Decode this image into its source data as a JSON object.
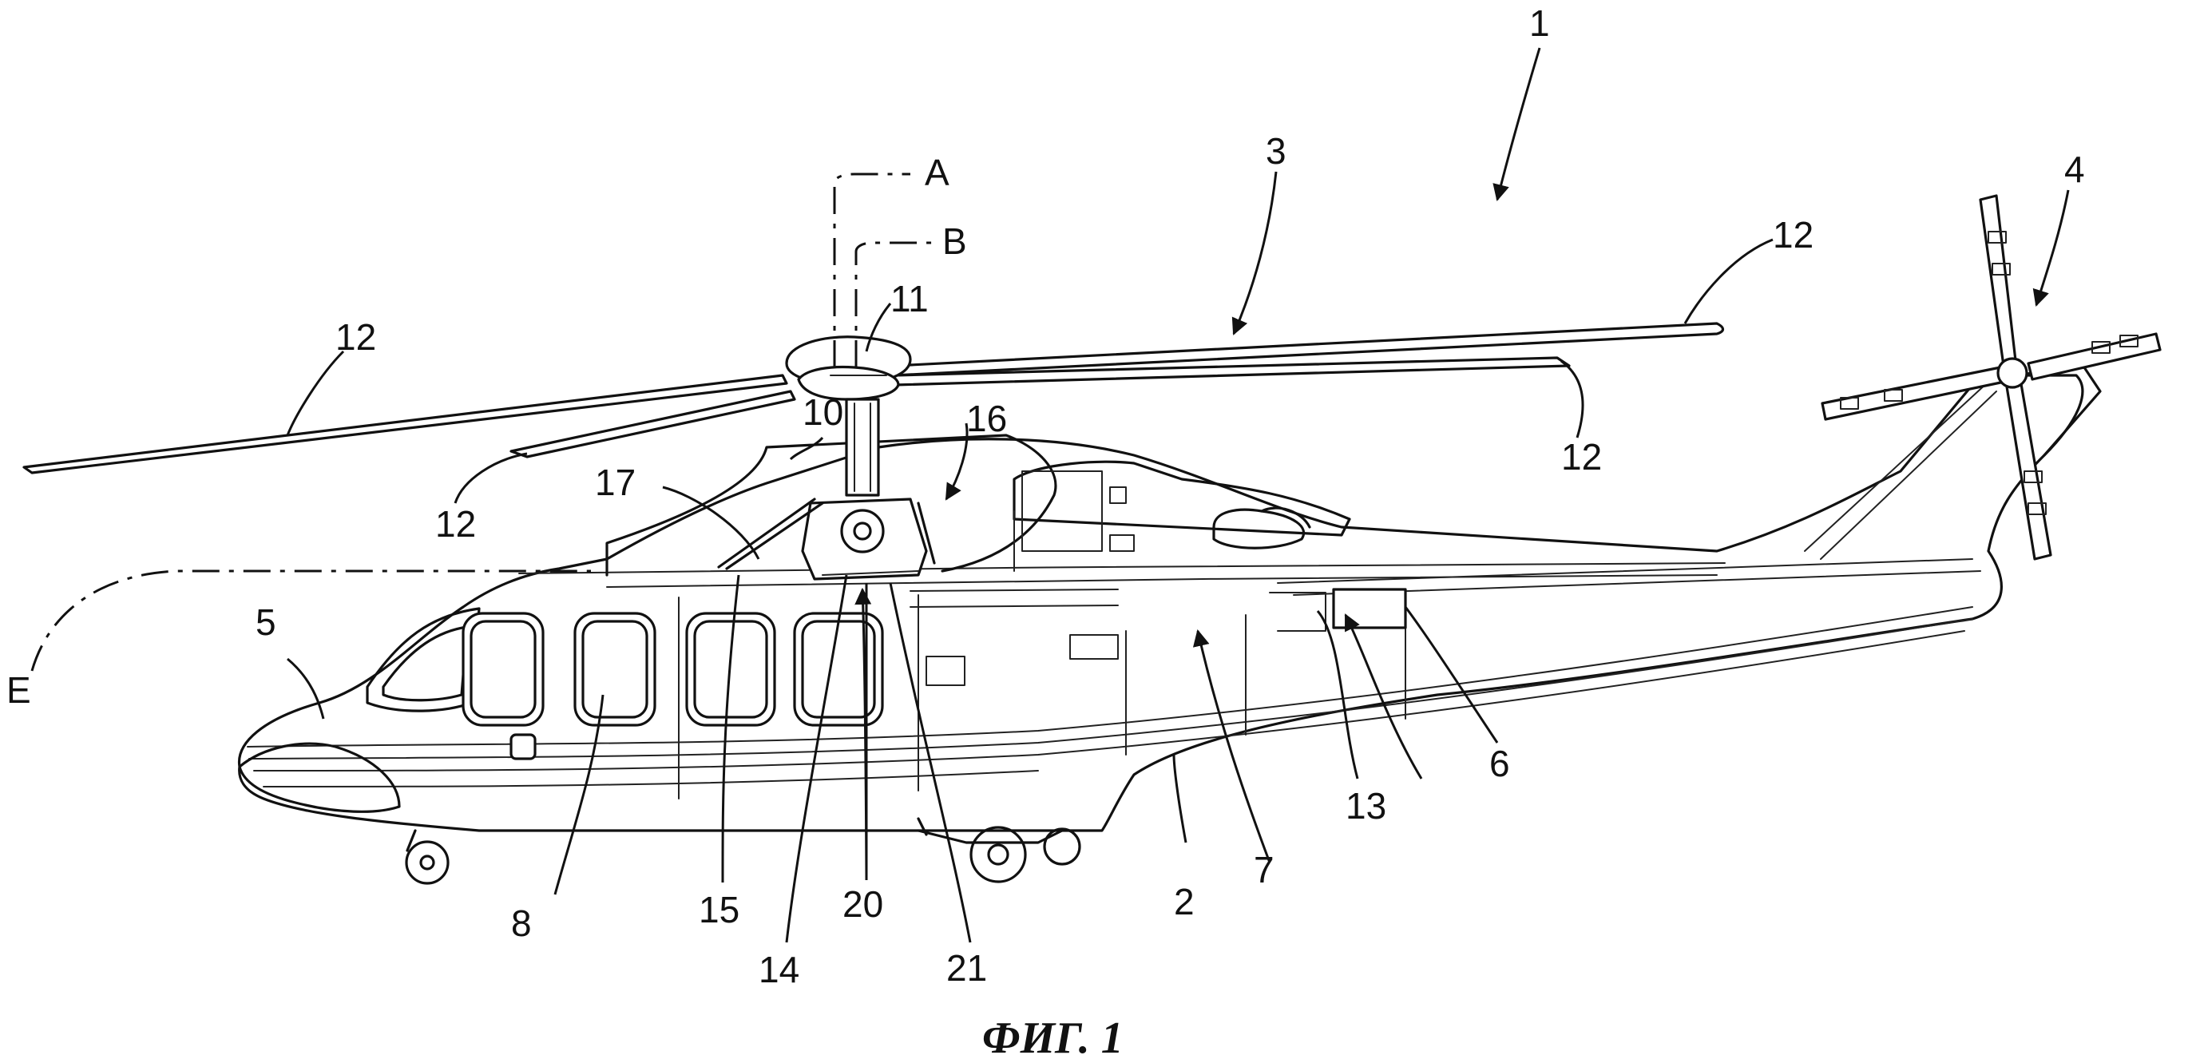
{
  "figure": {
    "caption": "ФИГ. 1",
    "axis_labels": {
      "a": "A",
      "b": "B",
      "e": "E"
    },
    "reference_numerals": {
      "helicopter": "1",
      "fuselage": "2",
      "main_rotor": "3",
      "tail_rotor": "4",
      "nose": "5",
      "part_6": "6",
      "part_7": "7",
      "window": "8",
      "mast": "10",
      "hub": "11",
      "blade": "12",
      "part_13": "13",
      "part_14": "14",
      "part_15": "15",
      "part_16": "16",
      "strut": "17",
      "part_20": "20",
      "part_21": "21"
    }
  }
}
